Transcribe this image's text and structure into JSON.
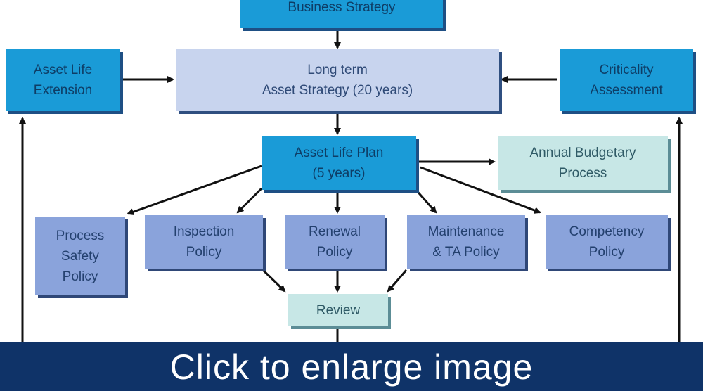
{
  "boxes": {
    "business_strategy": "Business Strategy",
    "asset_life_extension": "Asset Life\nExtension",
    "long_term_asset_strategy": "Long term\nAsset Strategy (20 years)",
    "criticality_assessment": "Criticality\nAssessment",
    "asset_life_plan": "Asset Life Plan\n(5 years)",
    "annual_budgetary_process": "Annual Budgetary\nProcess",
    "process_safety_policy": "Process\nSafety\nPolicy",
    "inspection_policy": "Inspection\nPolicy",
    "renewal_policy": "Renewal\nPolicy",
    "maintenance_ta_policy": "Maintenance\n& TA Policy",
    "competency_policy": "Competency\nPolicy",
    "review": "Review"
  },
  "footer": {
    "label": "Click to enlarge image"
  },
  "colors": {
    "dark_box": "#1a9bd7",
    "light_box": "#c8d4ee",
    "policy_box": "#8aa3db",
    "teal_box": "#c7e7e6",
    "footer_bar": "#0f3368",
    "arrow": "#111111"
  }
}
